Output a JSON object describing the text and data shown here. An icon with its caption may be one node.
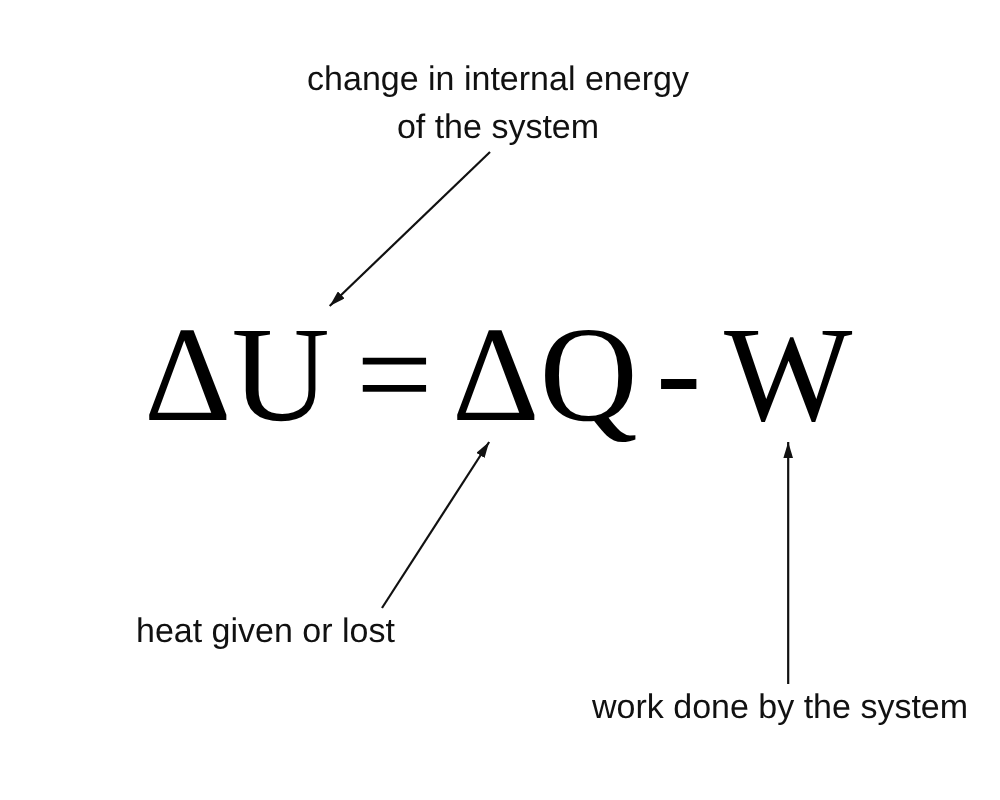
{
  "diagram": {
    "nodes": [
      {
        "text": [
          "change in internal energy of the system"
        ]
      },
      {
        "text": [
          "ΔU"
        ]
      },
      {
        "text": [
          "ΔQ"
        ]
      },
      {
        "text": [
          "W"
        ]
      },
      {
        "text": [
          "heat given or lost"
        ]
      },
      {
        "text": [
          "work done by the system"
        ]
      }
    ],
    "edges": [
      {
        "from": 0,
        "to": 1,
        "arrow": "to"
      },
      {
        "from": 4,
        "to": 2,
        "arrow": "to"
      },
      {
        "from": 5,
        "to": 3,
        "arrow": "to"
      }
    ],
    "labels": [
      "=",
      "-"
    ]
  }
}
